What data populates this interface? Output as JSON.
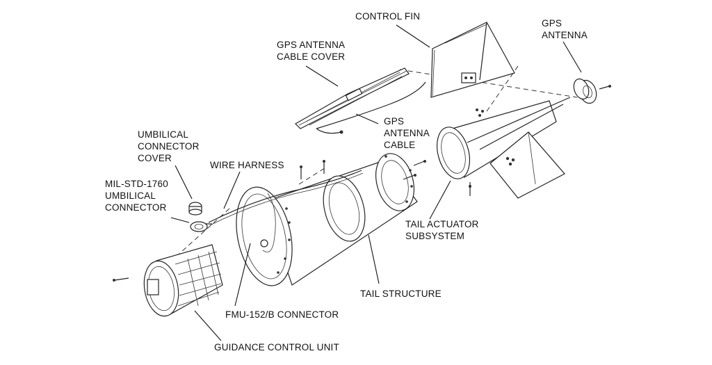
{
  "labels": {
    "control_fin": "CONTROL FIN",
    "gps_antenna": "GPS\nANTENNA",
    "gps_antenna_cable_cover": "GPS ANTENNA\nCABLE COVER",
    "gps_antenna_cable": "GPS\nANTENNA\nCABLE",
    "umbilical_connector_cover": "UMBILICAL\nCONNECTOR\nCOVER",
    "wire_harness": "WIRE HARNESS",
    "mil_std_umbilical_connector": "MIL-STD-1760\nUMBILICAL\nCONNECTOR",
    "tail_actuator_subsystem": "TAIL ACTUATOR\nSUBSYSTEM",
    "tail_structure": "TAIL STRUCTURE",
    "fmu_connector": "FMU-152/B CONNECTOR",
    "guidance_control_unit": "GUIDANCE CONTROL UNIT"
  }
}
